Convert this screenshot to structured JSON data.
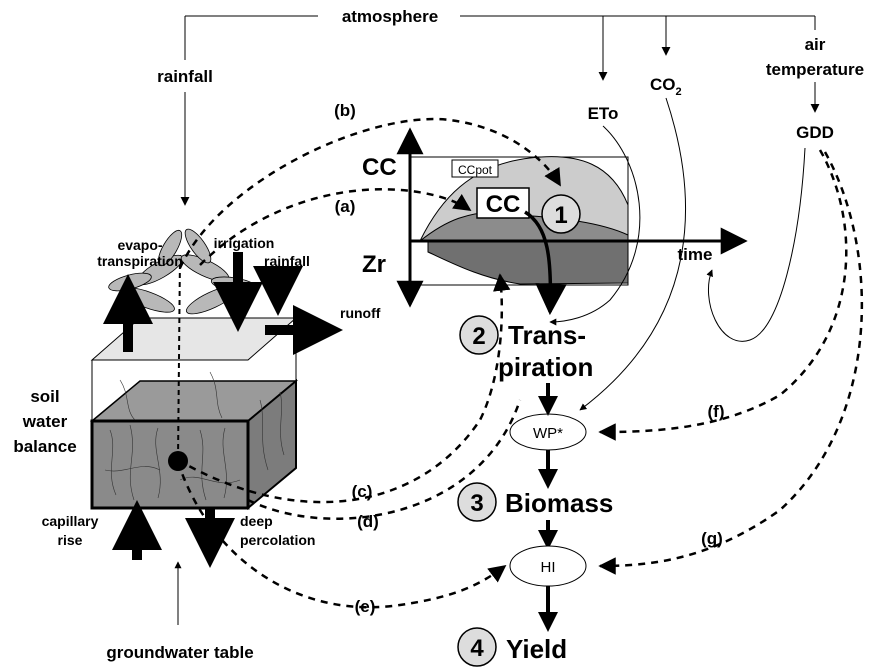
{
  "atmosphere": {
    "title": "atmosphere",
    "rainfall": "rainfall",
    "eto": "ETo",
    "co2": "CO",
    "co2_sub": "2",
    "air_temperature_line1": "air",
    "air_temperature_line2": "temperature",
    "gdd": "GDD"
  },
  "canopy": {
    "cc_axis": "CC",
    "zr_axis": "Zr",
    "ccpot": "CCpot",
    "cc_box": "CC",
    "step1": "1",
    "time": "time"
  },
  "soil": {
    "balance_line1": "soil",
    "balance_line2": "water",
    "balance_line3": "balance",
    "evapo_line1": "evapo-",
    "evapo_line2": "transpiration",
    "irrigation": "irrigation",
    "rainfall": "rainfall",
    "runoff": "runoff",
    "capillary_line1": "capillary",
    "capillary_line2": "rise",
    "deep_line1": "deep",
    "deep_line2": "percolation",
    "groundwater": "groundwater table"
  },
  "steps": {
    "step2_num": "2",
    "transpiration_line1": "Trans-",
    "transpiration_line2": "piration",
    "wp": "WP*",
    "step3_num": "3",
    "biomass": "Biomass",
    "hi": "HI",
    "step4_num": "4",
    "yield": "Yield"
  },
  "links": {
    "a": "(a)",
    "b": "(b)",
    "c": "(c)",
    "d": "(d)",
    "e": "(e)",
    "f": "(f)",
    "g": "(g)"
  }
}
